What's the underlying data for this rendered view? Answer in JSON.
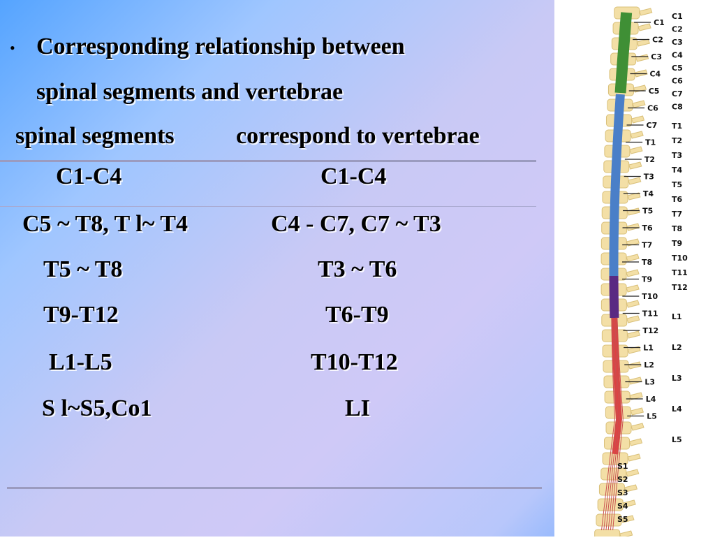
{
  "slide": {
    "bullet_text": "Corresponding relationship between spinal segments and vertebrae",
    "bullet_line1": "Corresponding relationship between",
    "bullet_line2": "spinal segments and vertebrae",
    "col_header_left": "spinal segments",
    "col_header_right": "correspond to vertebrae"
  },
  "table": {
    "rows": [
      {
        "segments": "C1-C4",
        "vertebrae": "C1-C4"
      },
      {
        "segments": "C5 ~ T8, T l~ T4",
        "vertebrae": "C4 - C7, C7 ~ T3"
      },
      {
        "segments": "T5 ~ T8",
        "vertebrae": "T3 ~ T6"
      },
      {
        "segments": "T9-T12",
        "vertebrae": "T6-T9"
      },
      {
        "segments": "L1-L5",
        "vertebrae": "T10-T12"
      },
      {
        "segments": "S l~S5,Co1",
        "vertebrae": "LI"
      }
    ]
  },
  "figure": {
    "inner_labels": [
      "C1",
      "C2",
      "C3",
      "C4",
      "C5",
      "C6",
      "C7",
      "T1",
      "T2",
      "T3",
      "T4",
      "T5",
      "T6",
      "T7",
      "T8",
      "T9",
      "T10",
      "T11",
      "T12",
      "L1",
      "L2",
      "L3",
      "L4",
      "L5"
    ],
    "outer_labels": [
      "C1",
      "C2",
      "C3",
      "C4",
      "C5",
      "C6",
      "C7",
      "C8",
      "T1",
      "T2",
      "T3",
      "T4",
      "T5",
      "T6",
      "T7",
      "T8",
      "T9",
      "T10",
      "T11",
      "T12",
      "L1",
      "L2",
      "L3",
      "L4",
      "L5",
      "S1",
      "S2",
      "S3",
      "S4",
      "S5"
    ],
    "colors": {
      "cervical": "#3f8f35",
      "thoracic": "#4a7fc8",
      "lumbar": "#5a2a82",
      "sacral": "#e04040",
      "bone": "#f3dfa6"
    }
  }
}
